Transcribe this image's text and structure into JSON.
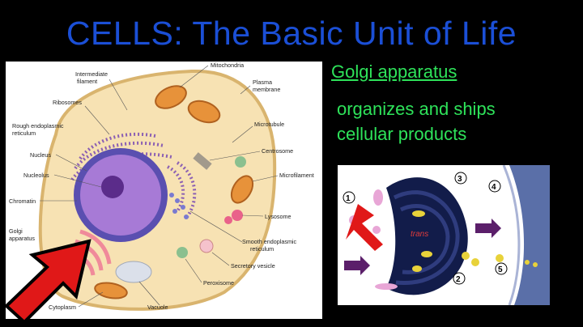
{
  "slide": {
    "title": "CELLS: The Basic Unit of Life",
    "organelle_heading": "Golgi apparatus",
    "description_line1": "organizes and ships",
    "description_line2": "cellular products"
  },
  "cell_diagram": {
    "labels": {
      "intermediate_filament": [
        "Intermediate",
        "filament"
      ],
      "mitochondria": "Mitochondria",
      "plasma_membrane": [
        "Plasma",
        "membrane"
      ],
      "ribosomes": "Ribosomes",
      "rough_er": [
        "Rough endoplasmic",
        "reticulum"
      ],
      "microtubule": "Microtubule",
      "nucleus": "Nucleus",
      "centrosome": "Centrosome",
      "nucleolus": "Nucleolus",
      "microfilament": "Microfilament",
      "chromatin": "Chromatin",
      "lysosome": "Lysosome",
      "golgi": [
        "Golgi",
        "apparatus"
      ],
      "smooth_er": [
        "Smooth endoplasmic",
        "reticulum"
      ],
      "secretory_vesicle": "Secretory vesicle",
      "peroxisome": "Peroxisome",
      "cytoplasm": "Cytoplasm",
      "vacuole": "Vacuole"
    }
  },
  "golgi_diagram": {
    "callouts": [
      "1",
      "2",
      "3",
      "4",
      "5"
    ],
    "trans_label": "trans"
  },
  "colors": {
    "title": "#1b4fd6",
    "text_accent": "#2ee35a",
    "arrow": "#e01818"
  }
}
